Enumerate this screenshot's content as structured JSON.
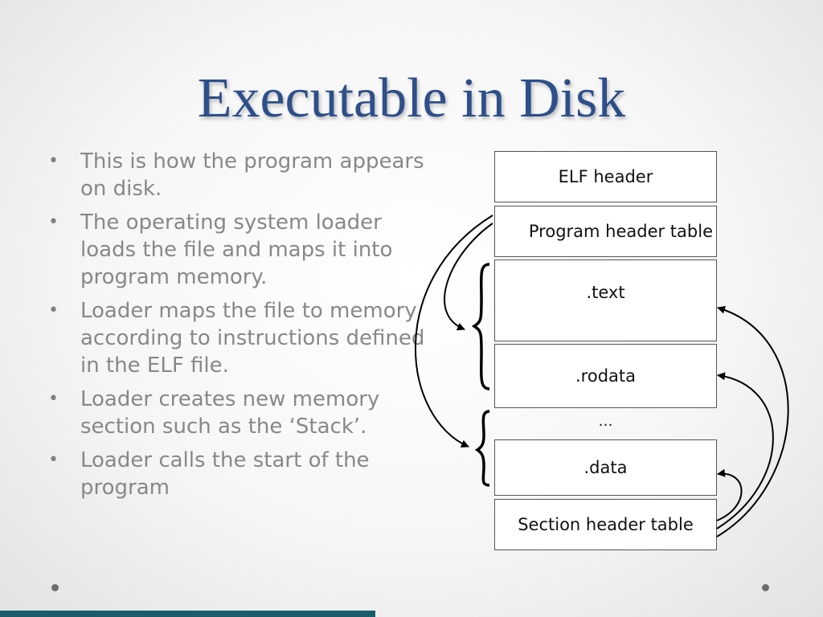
{
  "slide": {
    "title": "Executable in Disk",
    "bullets": [
      "This is how the program appears on disk.",
      "The operating system loader loads the file and maps it into program memory.",
      "Loader maps the file to memory according to instructions defined in the ELF file.",
      "Loader creates new memory section such as the ‘Stack’.",
      "Loader calls the start of the program"
    ],
    "bullet_glyph": "•"
  },
  "diagram": {
    "sections": [
      "ELF header",
      "Program header table",
      ".text",
      ".rodata",
      "…",
      ".data",
      "Section header table"
    ]
  },
  "colors": {
    "title": "#2d4f8a",
    "bullet_text": "#888888",
    "bottom_bar": "#1b5e6b"
  }
}
